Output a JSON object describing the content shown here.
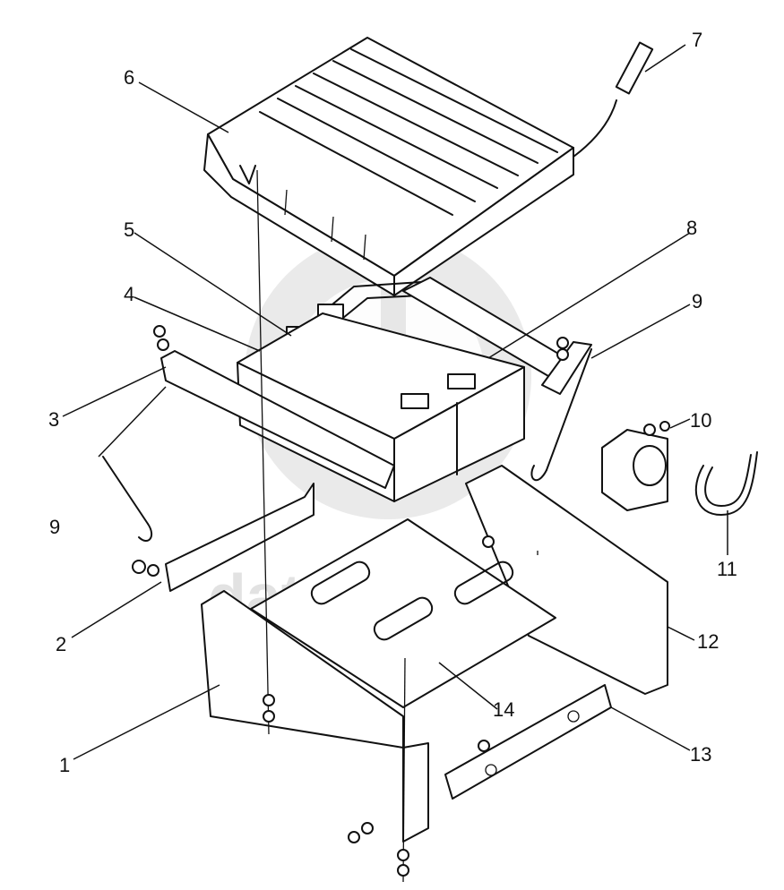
{
  "watermark": {
    "text": "data-parts"
  },
  "callouts": [
    {
      "id": "1",
      "text": "1"
    },
    {
      "id": "2",
      "text": "2"
    },
    {
      "id": "3",
      "text": "3"
    },
    {
      "id": "4",
      "text": "4"
    },
    {
      "id": "5",
      "text": "5"
    },
    {
      "id": "6",
      "text": "6"
    },
    {
      "id": "7",
      "text": "7"
    },
    {
      "id": "8",
      "text": "8"
    },
    {
      "id": "9a",
      "text": "9"
    },
    {
      "id": "9b",
      "text": "9"
    },
    {
      "id": "10",
      "text": "10"
    },
    {
      "id": "11",
      "text": "11"
    },
    {
      "id": "12",
      "text": "12"
    },
    {
      "id": "13",
      "text": "13"
    },
    {
      "id": "14",
      "text": "14"
    }
  ]
}
